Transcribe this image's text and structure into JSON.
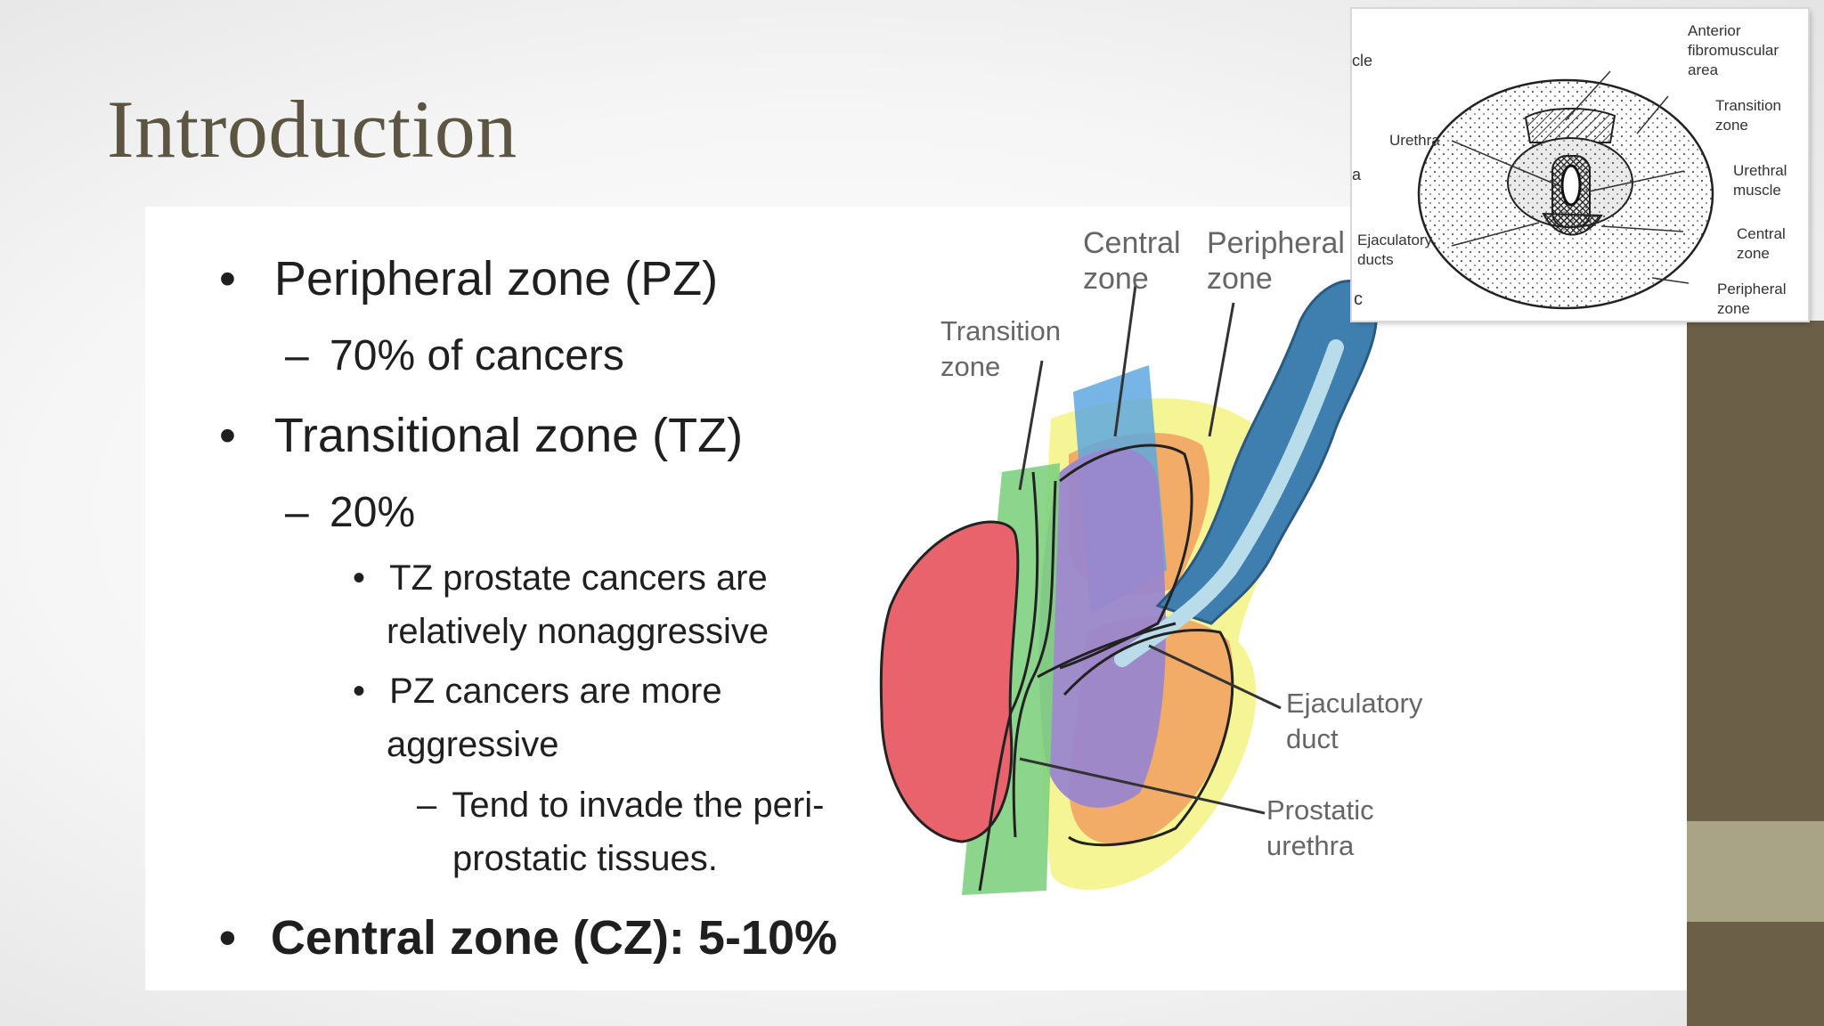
{
  "slide": {
    "title": "Introduction",
    "accent_colors": {
      "sidebar_dark": "#6b5f48",
      "sidebar_light": "#aaa486",
      "title": "#5b5542"
    }
  },
  "bullets": {
    "pz": "Peripheral zone (PZ)",
    "pz_sub": "70% of cancers",
    "tz": "Transitional zone (TZ)",
    "tz_sub": "20%",
    "tz_note1_line1": "TZ prostate cancers are",
    "tz_note1_line2": "relatively nonaggressive",
    "tz_note2_line1": "PZ cancers are more",
    "tz_note2_line2": "aggressive",
    "pz_detail_line1": "Tend to invade the peri-",
    "pz_detail_line2": "prostatic tissues.",
    "cz": "Central zone (CZ): 5-10%"
  },
  "diagram": {
    "labels": {
      "central_l1": "Central",
      "central_l2": "zone",
      "peripheral_l1": "Peripheral",
      "peripheral_l2": "zone",
      "transition_l1": "Transition",
      "transition_l2": "zone",
      "ejac_l1": "Ejaculatory",
      "ejac_l2": "duct",
      "urethra_l1": "Prostatic",
      "urethra_l2": "urethra"
    },
    "colors": {
      "peripheral_red": "#e8636b",
      "central_purple": "#9a86cc",
      "transition_green": "#7fd07f",
      "orange": "#f2ac68",
      "yellow": "#f4f27a",
      "blue": "#5ea8e0",
      "vesicle_blue": "#3f7fb0"
    }
  },
  "inset": {
    "partial_left_1": "cle",
    "partial_left_2": "a",
    "partial_left_3": "c",
    "labels": {
      "anterior_l1": "Anterior",
      "anterior_l2": "fibromuscular",
      "anterior_l3": "area",
      "transition_l1": "Transition",
      "transition_l2": "zone",
      "urethra": "Urethra",
      "urethral_muscle_l1": "Urethral",
      "urethral_muscle_l2": "muscle",
      "ejac_l1": "Ejaculatory",
      "ejac_l2": "ducts",
      "central_l1": "Central",
      "central_l2": "zone",
      "peripheral_l1": "Peripheral",
      "peripheral_l2": "zone"
    }
  }
}
